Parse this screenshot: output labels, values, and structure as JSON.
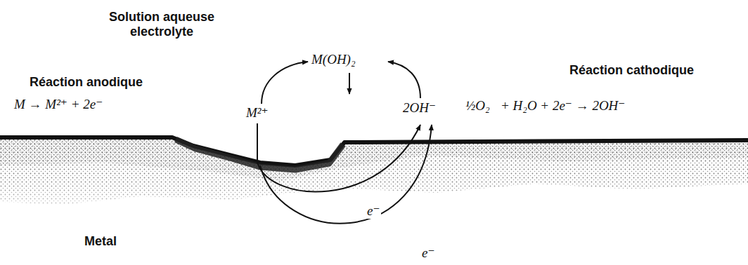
{
  "diagram": {
    "labels": [
      "Solution aqueuse electrolyte",
      "Réaction anodique",
      "M → M²⁺ + 2e⁻",
      "M(OH)₂",
      "M²⁺",
      "2OH⁻",
      "½O₂",
      "+ H₂O + 2e⁻ → 2OH⁻",
      "Réaction cathodique",
      "Metal",
      "e⁻",
      "e⁻"
    ]
  }
}
